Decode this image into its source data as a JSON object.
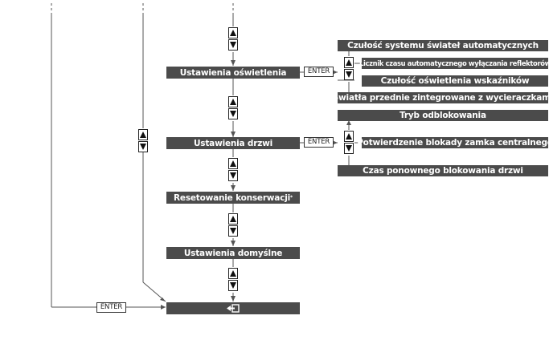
{
  "menu": {
    "lighting": "Ustawienia oświetlenia",
    "doors": "Ustawienia drzwi",
    "reset": "Resetowanie konserwacji",
    "reset_mark": "*",
    "defaults": "Ustawienia domyślne",
    "exit_icon": "back-arrow-icon"
  },
  "lighting_sub": [
    "Czułość systemu świateł automatycznych",
    "Licznik czasu automatycznego wyłączania reflektorów",
    "Czułość oświetlenia wskaźników",
    "Światła przednie zintegrowane z wycieraczkami"
  ],
  "door_sub": [
    "Tryb odblokowania",
    "Potwierdzenie blokady zamka centralnego",
    "Czas ponownego blokowania drzwi"
  ],
  "keys": {
    "enter1": "ENTER",
    "enter2": "ENTER",
    "enter3": "ENTER"
  },
  "colors": {
    "box": "#4b4b4b",
    "line": "#555555"
  }
}
